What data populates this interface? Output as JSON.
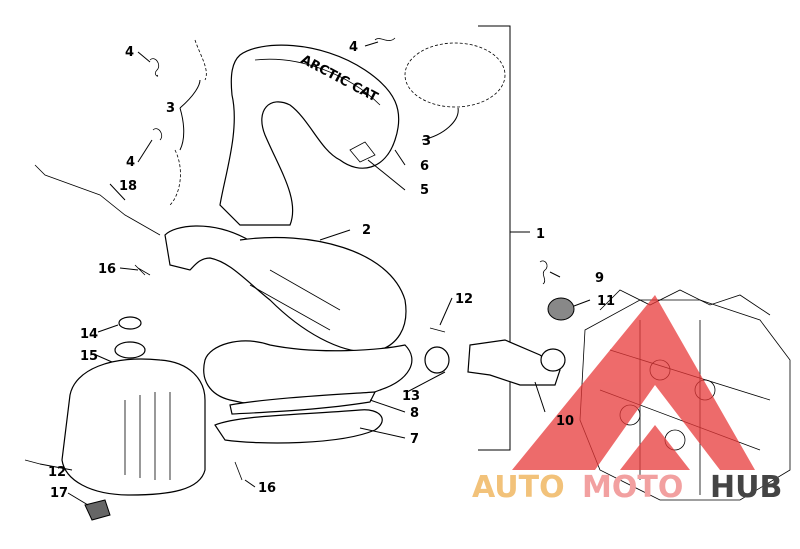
{
  "callouts": [
    "1",
    "2",
    "3",
    "3",
    "4",
    "4",
    "4",
    "5",
    "6",
    "7",
    "8",
    "9",
    "10",
    "11",
    "12",
    "12",
    "13",
    "14",
    "15",
    "16",
    "16",
    "17",
    "18"
  ],
  "watermark": {
    "part1": "AUTO",
    "part2": "MOTO",
    "part3": "HUB",
    "logo_color": "#e83a3a"
  },
  "decal_text": "ARCTIC CAT"
}
